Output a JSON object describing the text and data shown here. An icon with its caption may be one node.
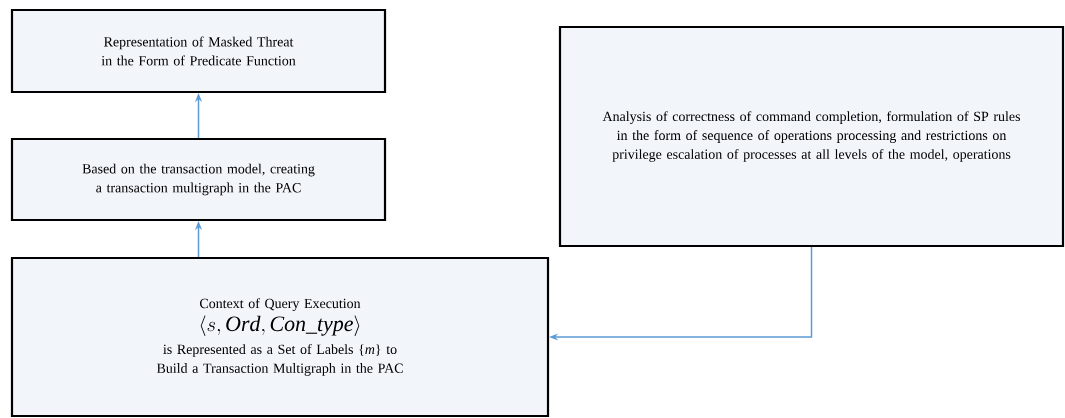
{
  "diagram": {
    "nodes": [
      {
        "text": [
          "Representation of Masked Threat in the Form of Predicate Function"
        ]
      },
      {
        "text": [
          "Based on the transaction model, creating a transaction multigraph in the PAC"
        ]
      },
      {
        "text": [
          "Context of Query Execution",
          "\\langle s, \\mathit{Ord}, \\mathit{Con\\_type} \\rangle",
          "is Represented as a Set of Labels {*m*} to Build a Transaction Multigraph in the PAC"
        ]
      },
      {
        "text": [
          "Analysis of correctness of command completion, formulation of SP rules in the form of sequence of operations processing and restrictions on privilege escalation of processes at all levels of the model, operations"
        ]
      }
    ],
    "edges": [
      {
        "from": 1,
        "to": 0,
        "arrow": "to"
      },
      {
        "from": 2,
        "to": 1,
        "arrow": "to"
      },
      {
        "from": 3,
        "to": 2,
        "arrow": "to"
      }
    ]
  }
}
